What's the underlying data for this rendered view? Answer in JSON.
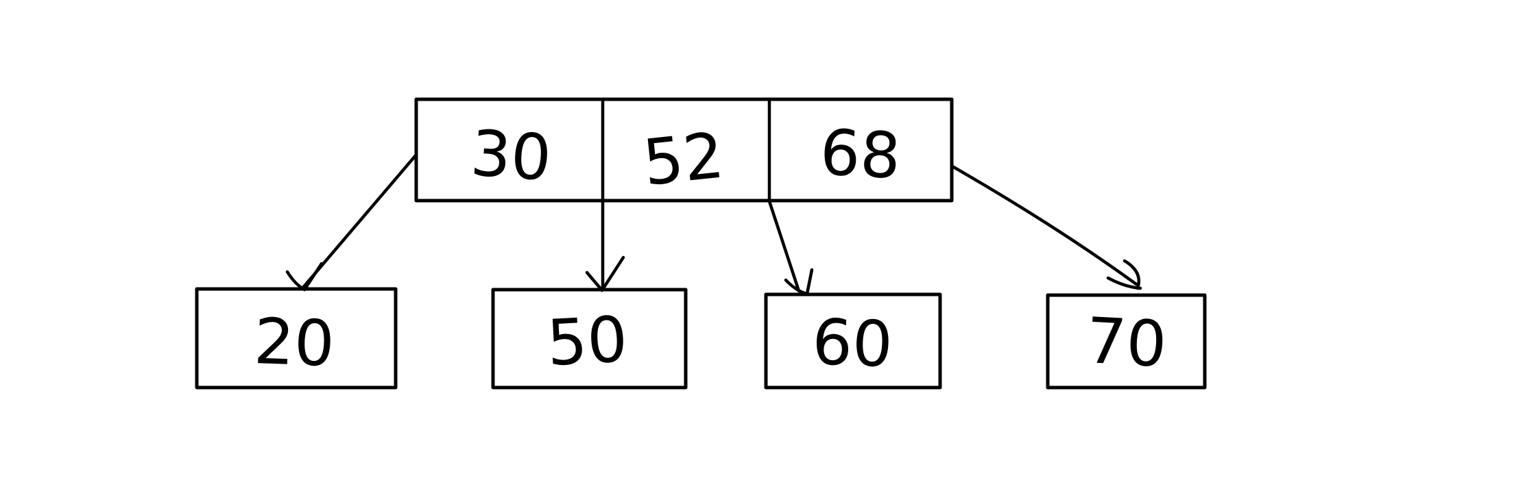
{
  "diagram": {
    "kind": "hand-drawn-btree-sketch",
    "ink_color": "#000000",
    "background_color": "#ffffff",
    "root": {
      "keys": [
        "30",
        "52",
        "68"
      ]
    },
    "children": [
      {
        "label": "20"
      },
      {
        "label": "50"
      },
      {
        "label": "60"
      },
      {
        "label": "70"
      }
    ],
    "edges": [
      {
        "from": "root-left-edge",
        "to": "child-box-1"
      },
      {
        "from": "root-divider-1",
        "to": "child-box-2"
      },
      {
        "from": "root-divider-2",
        "to": "child-box-3"
      },
      {
        "from": "root-right-edge",
        "to": "child-box-4"
      }
    ]
  }
}
